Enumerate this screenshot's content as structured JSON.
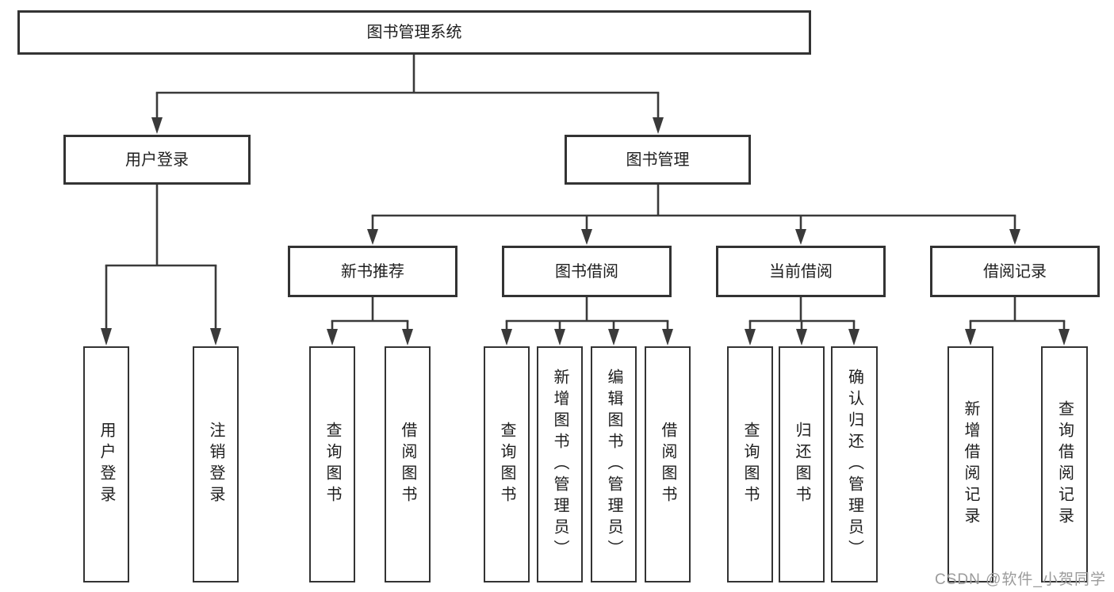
{
  "colors": {
    "background": "#ffffff",
    "line": "#3a3a3a",
    "box_border": "#333333",
    "box_fill": "#ffffff",
    "text": "#1e1e1e",
    "watermark": "#9b9b9b"
  },
  "tree": {
    "root": {
      "label": "图书管理系统"
    },
    "branches": [
      {
        "label": "用户登录",
        "children": [
          {
            "label": "用户登录"
          },
          {
            "label": "注销登录"
          }
        ]
      },
      {
        "label": "图书管理",
        "groups": [
          {
            "label": "新书推荐",
            "children": [
              {
                "label": "查询图书"
              },
              {
                "label": "借阅图书"
              }
            ]
          },
          {
            "label": "图书借阅",
            "children": [
              {
                "label": "查询图书"
              },
              {
                "label": "新增图书（管理员）"
              },
              {
                "label": "编辑图书（管理员）"
              },
              {
                "label": "借阅图书"
              }
            ]
          },
          {
            "label": "当前借阅",
            "children": [
              {
                "label": "查询图书"
              },
              {
                "label": "归还图书"
              },
              {
                "label": "确认归还（管理员）"
              }
            ]
          },
          {
            "label": "借阅记录",
            "children": [
              {
                "label": "新增借阅记录"
              },
              {
                "label": "查询借阅记录"
              }
            ]
          }
        ]
      }
    ]
  },
  "watermark": {
    "text": "CSDN @软件_小贺同学"
  }
}
